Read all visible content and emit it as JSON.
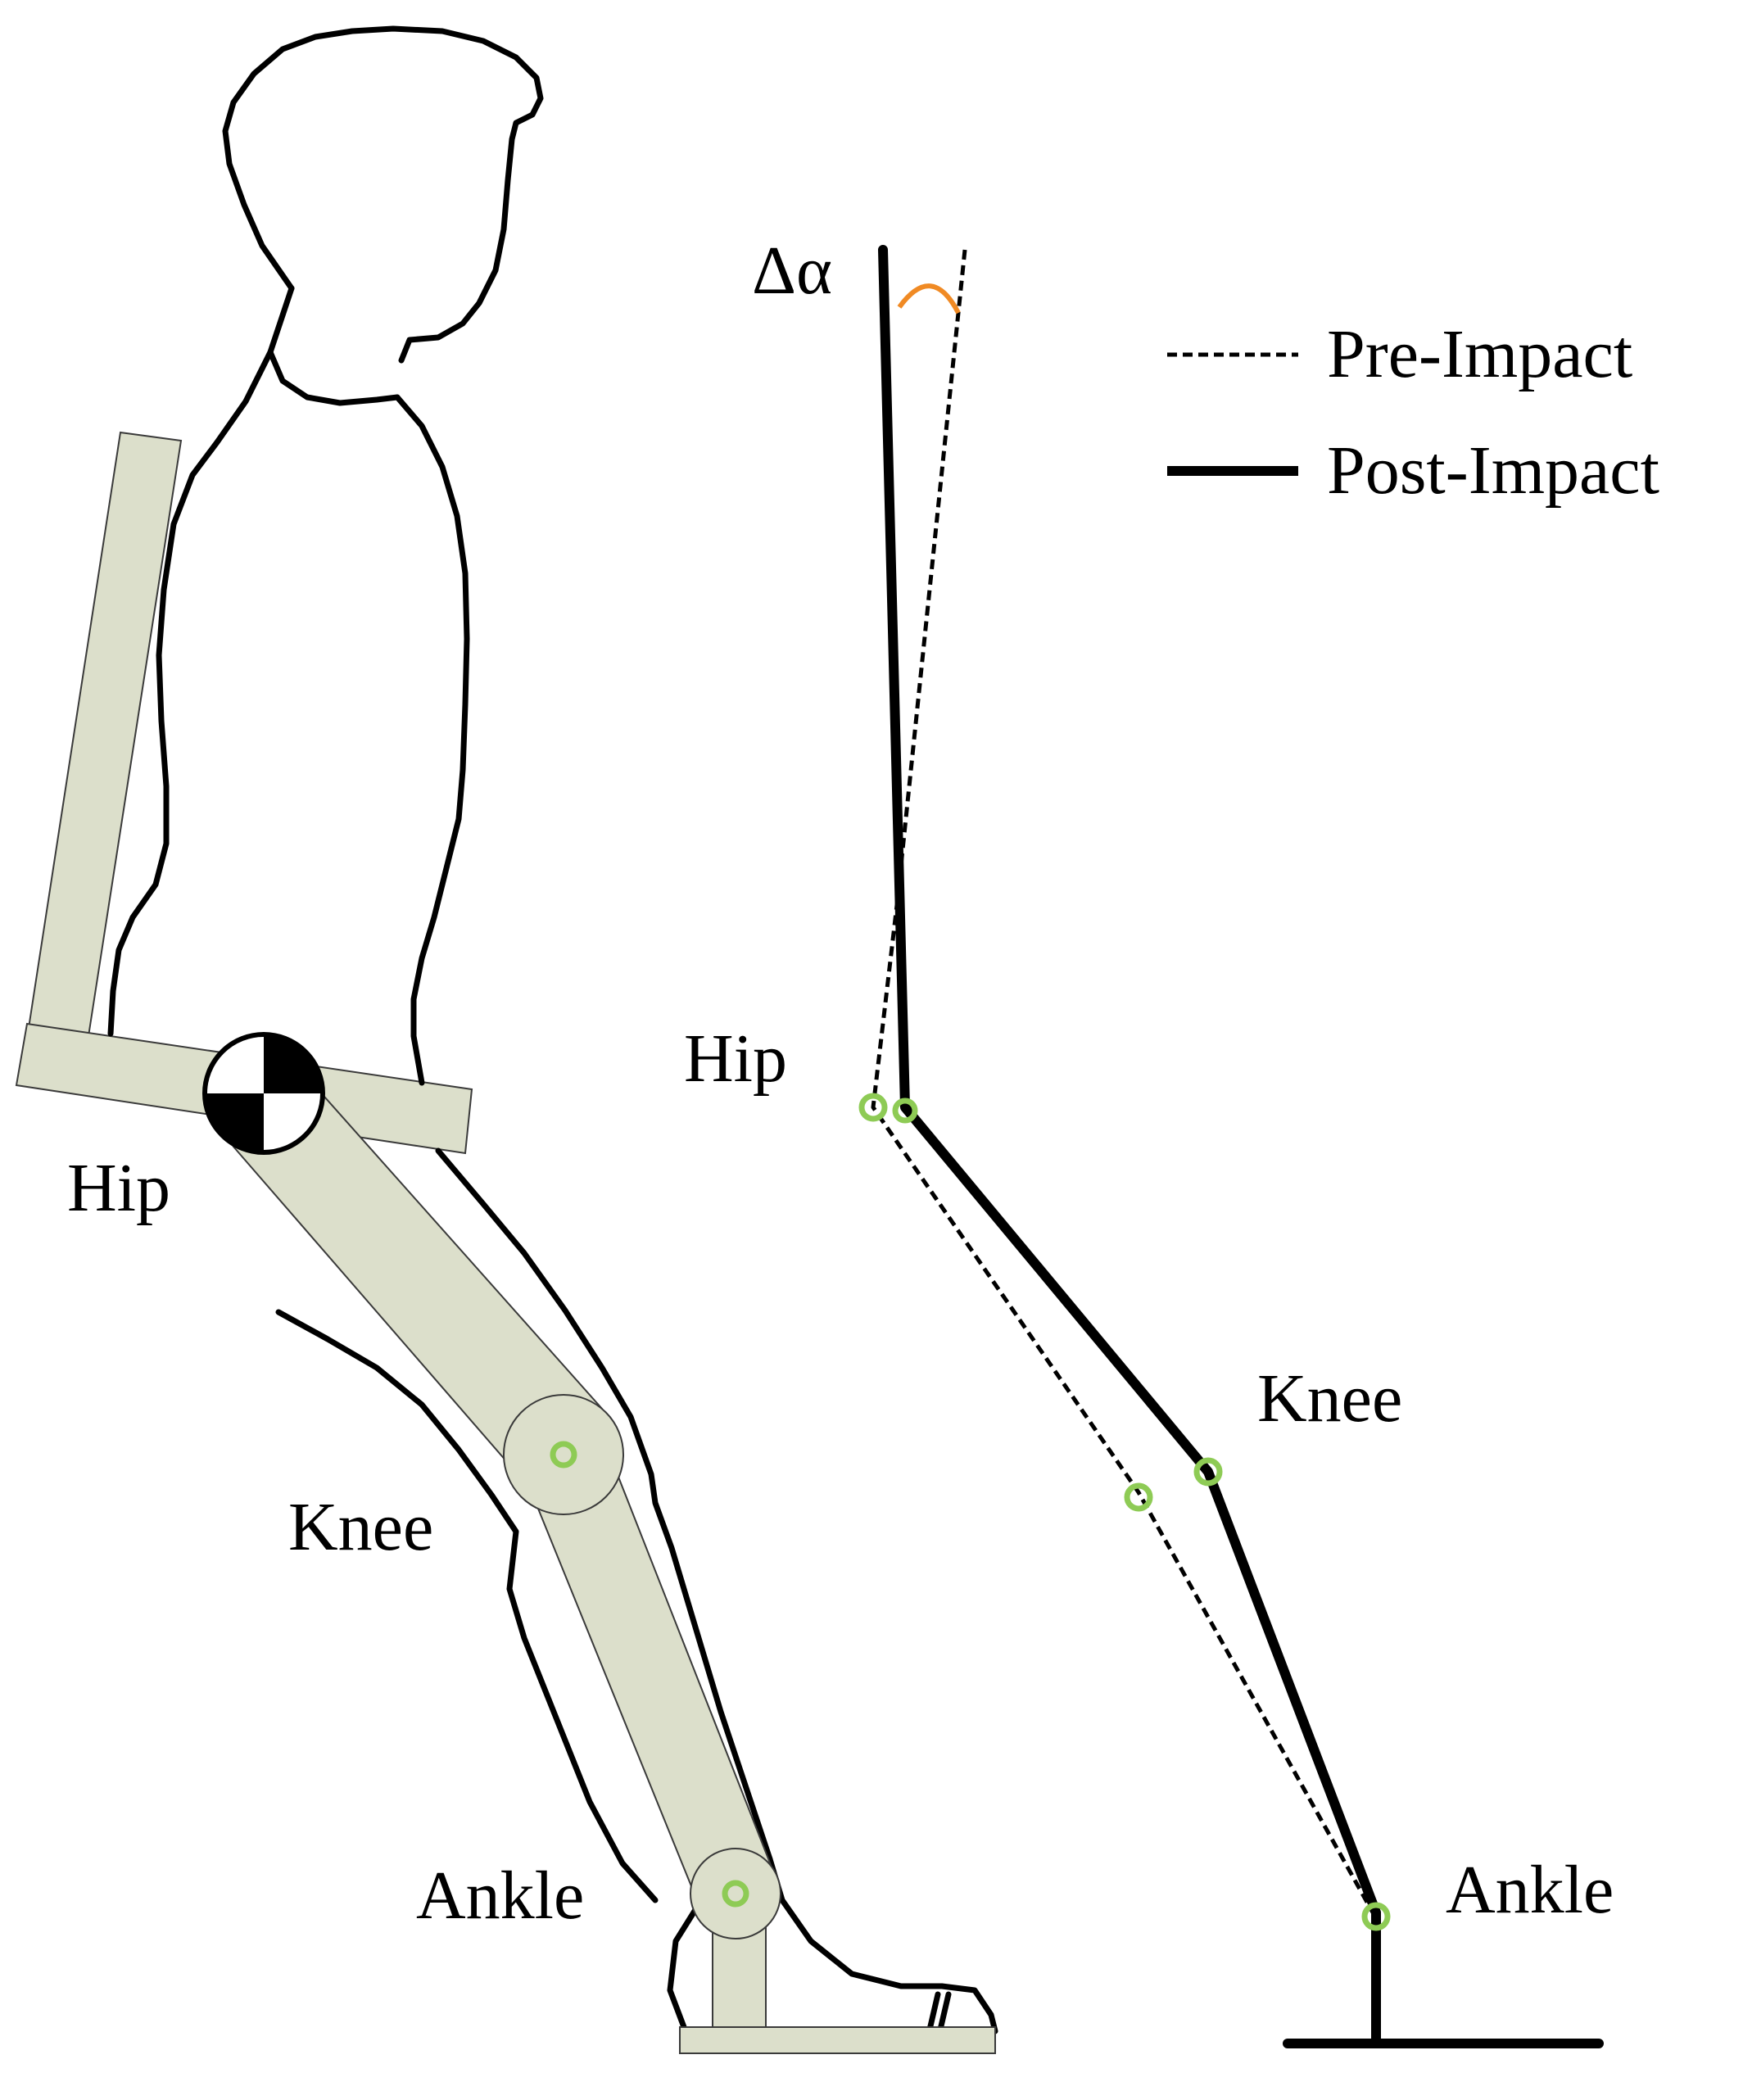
{
  "figure": {
    "left_labels": {
      "hip": "Hip",
      "knee": "Knee",
      "ankle": "Ankle"
    },
    "right_labels": {
      "angle": "Δα",
      "hip": "Hip",
      "knee": "Knee",
      "ankle": "Ankle"
    },
    "legend": [
      {
        "label": "Pre-Impact",
        "style": "dashed"
      },
      {
        "label": "Post-Impact",
        "style": "solid"
      }
    ],
    "colors": {
      "exoskeleton_fill": "#dcdfcb",
      "joint_marker": "#8ecb55",
      "angle_arc": "#f08a24",
      "outline": "#000000"
    }
  }
}
